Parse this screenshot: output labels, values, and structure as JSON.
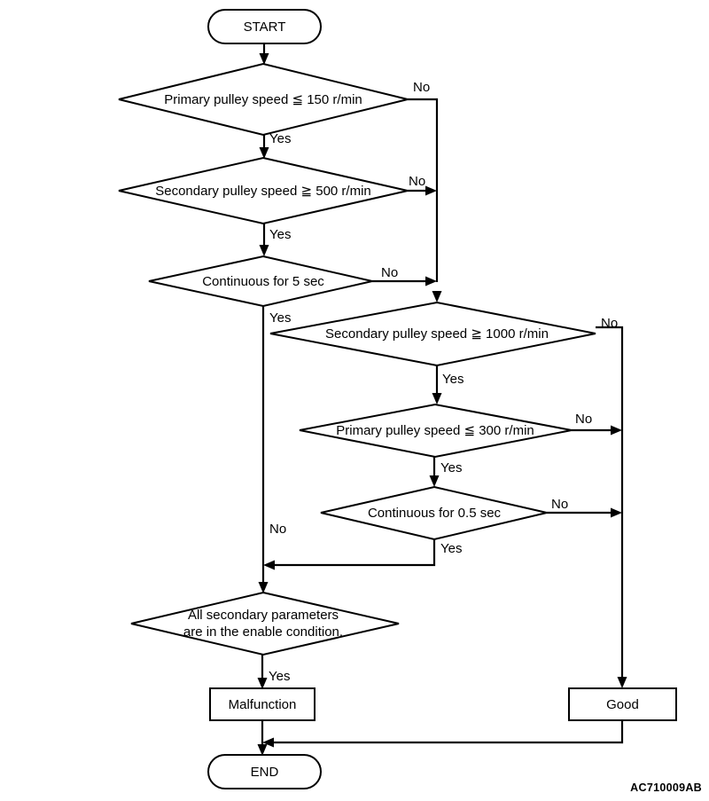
{
  "diagram": {
    "title_code": "AC710009AB",
    "type": "flowchart",
    "nodes": [
      {
        "id": "start",
        "kind": "terminator",
        "label": "START"
      },
      {
        "id": "d1",
        "kind": "decision",
        "label": "Primary pulley speed ≦ 150 r/min"
      },
      {
        "id": "d2",
        "kind": "decision",
        "label": "Secondary pulley speed ≧ 500 r/min"
      },
      {
        "id": "d3",
        "kind": "decision",
        "label": "Continuous for 5 sec"
      },
      {
        "id": "d4",
        "kind": "decision",
        "label": "Secondary pulley speed ≧ 1000 r/min"
      },
      {
        "id": "d5",
        "kind": "decision",
        "label": "Primary pulley speed ≦ 300 r/min"
      },
      {
        "id": "d6",
        "kind": "decision",
        "label": "Continuous for 0.5 sec"
      },
      {
        "id": "d7",
        "kind": "decision",
        "label_line1": "All secondary parameters",
        "label_line2": "are in the enable condition."
      },
      {
        "id": "malfunction",
        "kind": "process",
        "label": "Malfunction"
      },
      {
        "id": "good",
        "kind": "process",
        "label": "Good"
      },
      {
        "id": "end",
        "kind": "terminator",
        "label": "END"
      }
    ],
    "edge_labels": {
      "d1_no": "No",
      "d1_yes": "Yes",
      "d2_no": "No",
      "d2_yes": "Yes",
      "d3_no": "No",
      "d3_yes": "Yes",
      "d4_no": "No",
      "d4_yes": "Yes",
      "d5_no": "No",
      "d5_yes": "Yes",
      "d6_no": "No",
      "d6_yes": "Yes",
      "d7_left_no": "No",
      "d7_yes": "Yes"
    },
    "colors": {
      "stroke": "#000000",
      "fill": "#ffffff",
      "text": "#000000"
    }
  }
}
